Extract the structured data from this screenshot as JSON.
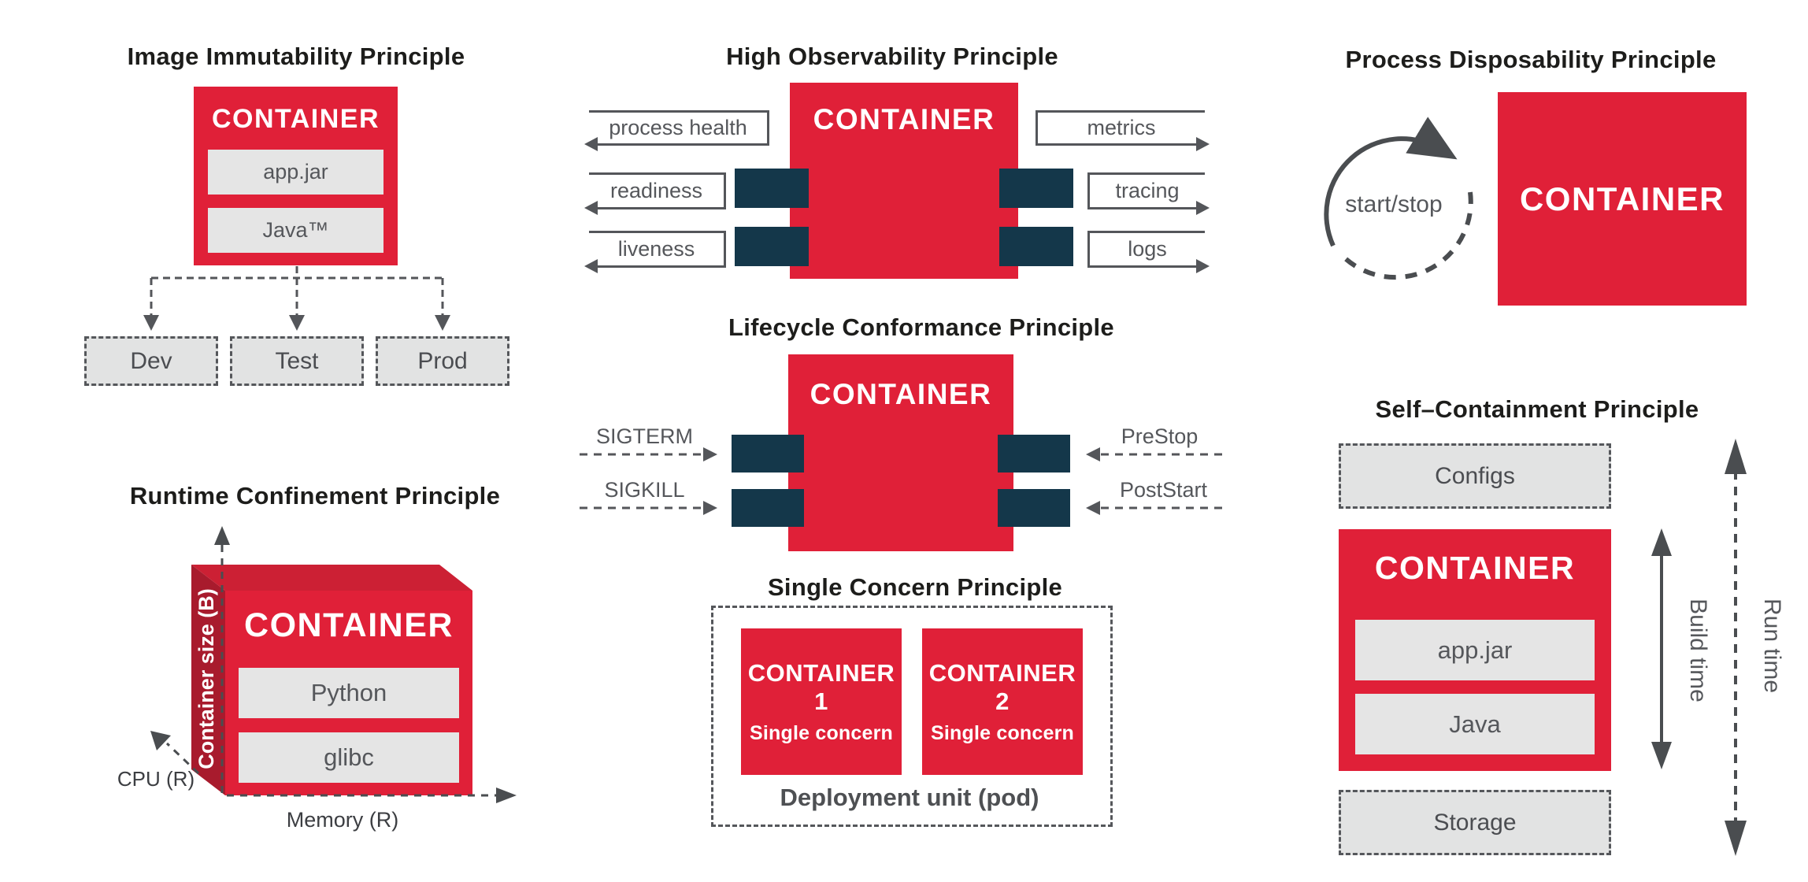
{
  "colors": {
    "red": "#e02038",
    "red_top": "#cc2034",
    "red_side": "#a81b2d",
    "navy_port": "#14374a",
    "gray_fill": "#e5e5e5",
    "line_gray": "#4a4d50",
    "label_gray": "#55575b",
    "title_dark": "#1d1d1b"
  },
  "panels": {
    "image_immutability": {
      "title": "Image Immutability Principle",
      "container_label": "CONTAINER",
      "layers": [
        "app.jar",
        "Java™"
      ],
      "targets": [
        "Dev",
        "Test",
        "Prod"
      ]
    },
    "high_observability": {
      "title": "High Observability Principle",
      "container_label": "CONTAINER",
      "left": [
        "process health",
        "readiness",
        "liveness"
      ],
      "right": [
        "metrics",
        "tracing",
        "logs"
      ]
    },
    "process_disposability": {
      "title": "Process Disposability Principle",
      "container_label": "CONTAINER",
      "cycle_label": "start/stop"
    },
    "lifecycle_conformance": {
      "title": "Lifecycle Conformance Principle",
      "container_label": "CONTAINER",
      "left": [
        "SIGTERM",
        "SIGKILL"
      ],
      "right": [
        "PreStop",
        "PostStart"
      ]
    },
    "runtime_confinement": {
      "title": "Runtime Confinement Principle",
      "container_label": "CONTAINER",
      "layers": [
        "Python",
        "glibc"
      ],
      "axis_vertical": "Container size (B)",
      "axis_diagonal": "CPU (R)",
      "axis_horizontal": "Memory (R)"
    },
    "single_concern": {
      "title": "Single Concern Principle",
      "containers": [
        {
          "label": "CONTAINER 1",
          "sub": "Single concern"
        },
        {
          "label": "CONTAINER 2",
          "sub": "Single concern"
        }
      ],
      "pod_label": "Deployment unit (pod)"
    },
    "self_containment": {
      "title": "Self–Containment Principle",
      "configs_label": "Configs",
      "container_label": "CONTAINER",
      "layers": [
        "app.jar",
        "Java"
      ],
      "storage_label": "Storage",
      "build_label": "Build time",
      "run_label": "Run time"
    }
  }
}
